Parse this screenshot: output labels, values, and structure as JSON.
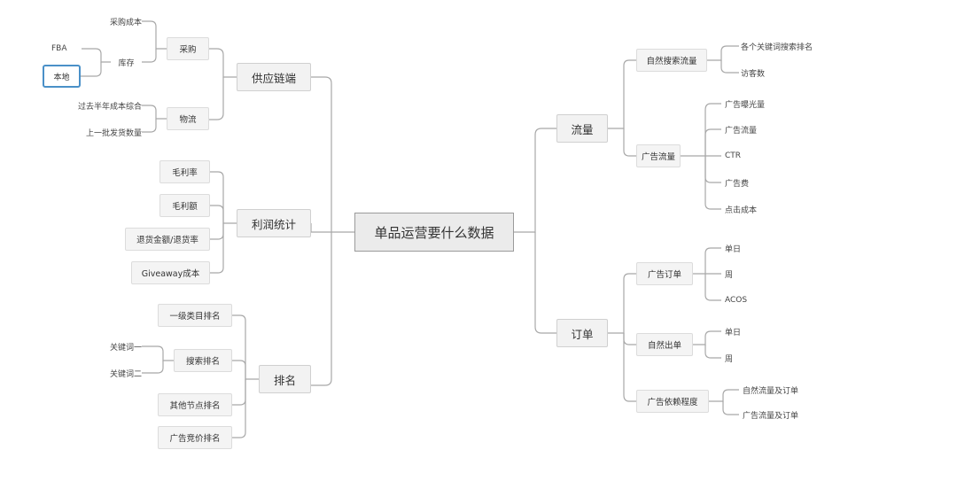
{
  "root": "单品运营要什么数据",
  "left": {
    "supply": {
      "label": "供应链端",
      "purchase": {
        "label": "采购",
        "cost": "采购成本",
        "inventory": "库存",
        "fba": "FBA",
        "local": "本地"
      },
      "logistics": {
        "label": "物流",
        "half_year": "过去半年成本综合",
        "last_batch": "上一批发货数量"
      }
    },
    "profit": {
      "label": "利润统计",
      "items": [
        "毛利率",
        "毛利额",
        "退货金额/退货率",
        "Giveaway成本"
      ]
    },
    "ranking": {
      "label": "排名",
      "category": "一级类目排名",
      "search": {
        "label": "搜索排名",
        "kw1": "关键词一",
        "kw2": "关键词二"
      },
      "other": "其他节点排名",
      "ad_bid": "广告竞价排名"
    }
  },
  "right": {
    "traffic": {
      "label": "流量",
      "organic": {
        "label": "自然搜索流量",
        "kw_rank": "各个关键词搜索排名",
        "visitors": "访客数"
      },
      "ad": {
        "label": "广告流量",
        "items": [
          "广告曝光量",
          "广告流量",
          "CTR",
          "广告费",
          "点击成本"
        ]
      }
    },
    "orders": {
      "label": "订单",
      "ad_orders": {
        "label": "广告订单",
        "items": [
          "单日",
          "周",
          "ACOS"
        ]
      },
      "organic_orders": {
        "label": "自然出单",
        "items": [
          "单日",
          "周"
        ]
      },
      "dependency": {
        "label": "广告依赖程度",
        "items": [
          "自然流量及订单",
          "广告流量及订单"
        ]
      }
    }
  }
}
